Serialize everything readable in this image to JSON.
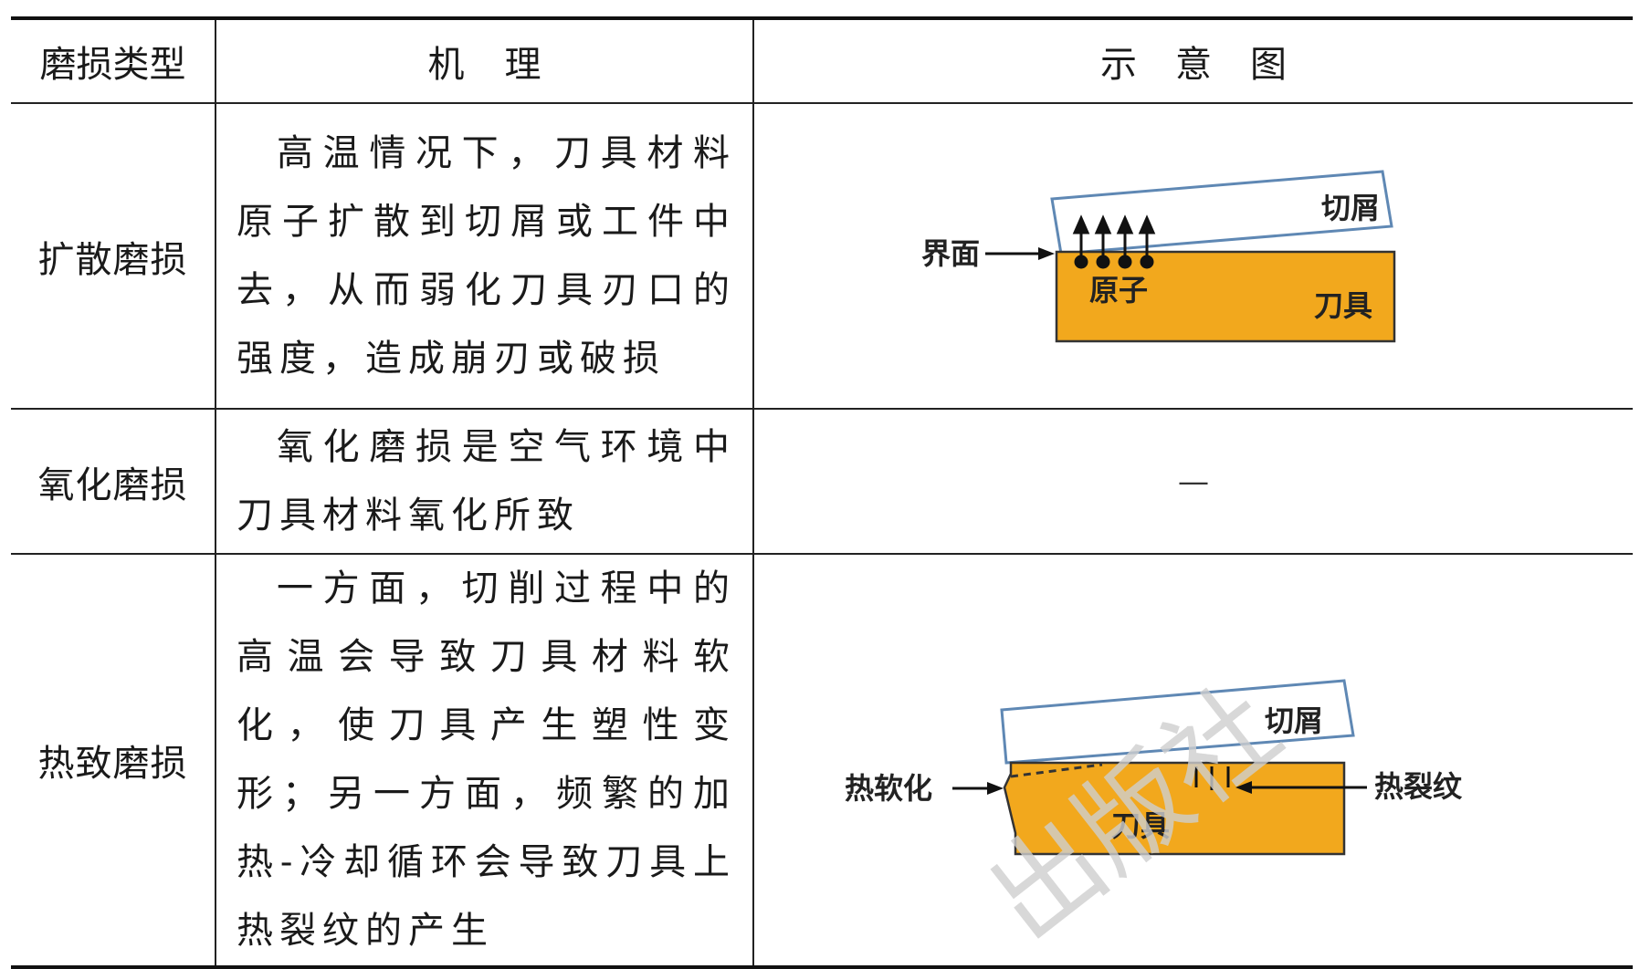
{
  "headers": {
    "type": "磨损类型",
    "mechanism": "机理",
    "diagram": "示意图"
  },
  "rows": [
    {
      "type": "扩散磨损",
      "mechanism": "高温情况下，刀具材料原子扩散到切屑或工件中去，从而弱化刀具刃口的强度，造成崩刃或破损",
      "diagram": {
        "chip_label": "切屑",
        "interface_label": "界面",
        "atom_label": "原子",
        "tool_label": "刀具"
      }
    },
    {
      "type": "氧化磨损",
      "mechanism": "氧化磨损是空气环境中刀具材料氧化所致",
      "diagram_text": "—"
    },
    {
      "type": "热致磨损",
      "mechanism": "一方面，切削过程中的高温会导致刀具材料软化，使刀具产生塑性变形；另一方面，频繁的加热-冷却循环会导致刀具上热裂纹的产生",
      "diagram": {
        "chip_label": "切屑",
        "softening_label": "热软化",
        "crack_label": "热裂纹",
        "tool_label": "刀具"
      }
    }
  ],
  "watermark": "出版社",
  "colors": {
    "tool_fill": "#F2A81D",
    "chip_fill": "#ffffff",
    "chip_stroke": "#5f88b4"
  }
}
